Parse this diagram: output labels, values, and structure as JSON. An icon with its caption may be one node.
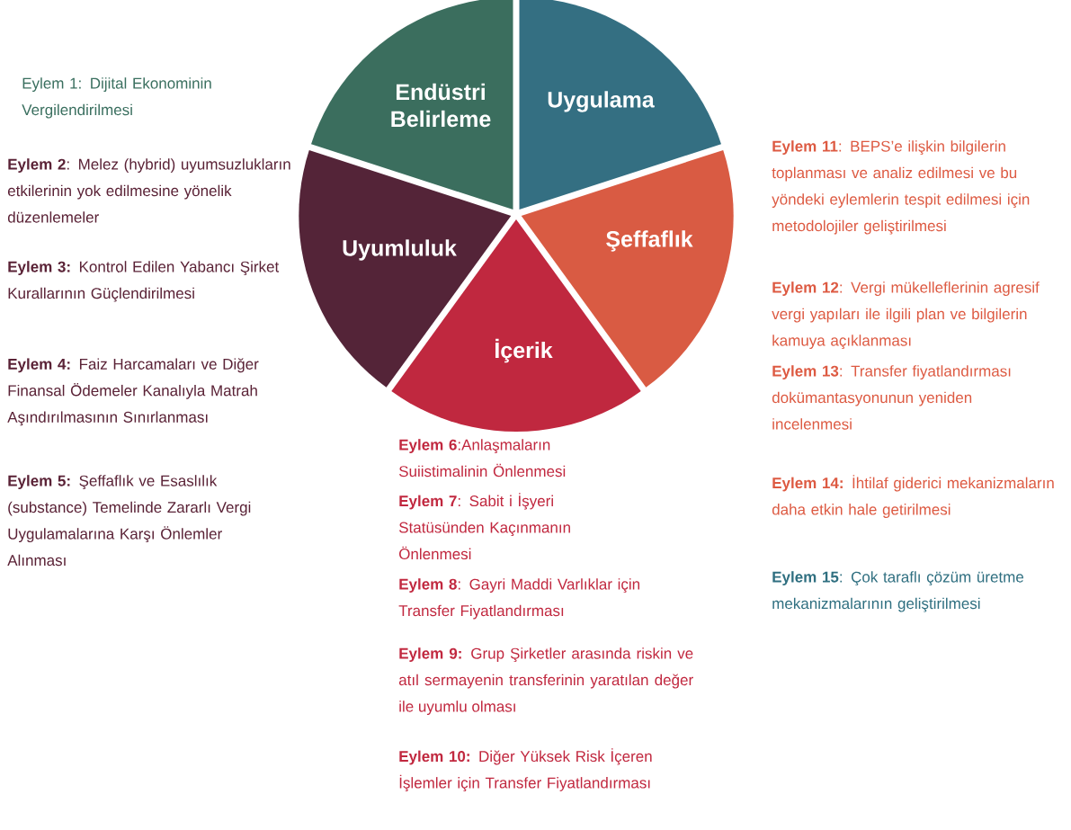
{
  "diagram": {
    "nodes": [
      {
        "text": [
          "Endüstri Belirleme"
        ]
      },
      {
        "text": [
          "Uygulama"
        ]
      },
      {
        "text": [
          "Şeffaflık"
        ]
      },
      {
        "text": [
          "İçerik"
        ]
      },
      {
        "text": [
          "Uyumluluk"
        ]
      }
    ],
    "labels": [
      "Eylem 1: Dijital Ekonominin Vergilendirilmesi",
      "**Eylem 2**: Melez (hybrid) uyumsuzlukların etkilerinin yok edilmesine yönelik düzenlemeler",
      "**Eylem 3:** Kontrol Edilen Yabancı Şirket Kurallarının Güçlendirilmesi",
      "**Eylem 4:** Faiz Harcamaları ve Diğer Finansal Ödemeler Kanalıyla Matrah Aşındırılmasının Sınırlanması",
      "**Eylem 5:** Şeffaflık ve Esaslılık (substance) Temelinde Zararlı Vergi Uygulamalarına Karşı Önlemler Alınması",
      "**Eylem 6**:Anlaşmaların Suiistimalinin Önlenmesi",
      "**Eylem 7**: Sabit i İşyeri Statüsünden Kaçınmanın Önlenmesi",
      "**Eylem 8**: Gayri Maddi Varlıklar için Transfer Fiyatlandırması",
      "**Eylem 9:** Grup Şirketler arasında riskin ve atıl sermayenin transferinin yaratılan değer ile uyumlu olması",
      "**Eylem 10:** Diğer Yüksek Risk İçeren İşlemler için Transfer Fiyatlandırması",
      "**Eylem 11**: BEPS’e ilişkin bilgilerin toplanması ve analiz edilmesi ve bu yöndeki eylemlerin tespit edilmesi için metodolojiler geliştirilmesi",
      "**Eylem 12**: Vergi mükelleflerinin agresif vergi yapıları ile ilgili plan ve bilgilerin kamuya açıklanması",
      "**Eylem 13**: Transfer fiyatlandırması dokümantasyonunun yeniden incelenmesi",
      "**Eylem 14:** İhtilaf giderici mekanizmaların daha etkin hale getirilmesi",
      "**Eylem 15**: Çok taraflı çözüm üretme mekanizmalarının geliştirilmesi"
    ]
  }
}
